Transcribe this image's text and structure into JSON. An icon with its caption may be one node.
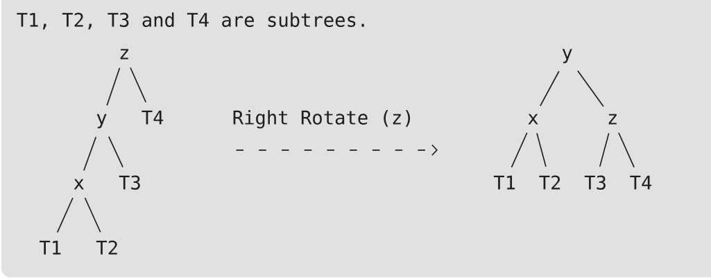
{
  "diagram": {
    "nodes": [
      {
        "text": [
          "z"
        ]
      },
      {
        "text": [
          "y"
        ]
      },
      {
        "text": [
          "T4"
        ]
      },
      {
        "text": [
          "x"
        ]
      },
      {
        "text": [
          "T3"
        ]
      },
      {
        "text": [
          "T1"
        ]
      },
      {
        "text": [
          "T2"
        ]
      },
      {
        "text": [
          "y"
        ]
      },
      {
        "text": [
          "x"
        ]
      },
      {
        "text": [
          "z"
        ]
      },
      {
        "text": [
          "T1"
        ]
      },
      {
        "text": [
          "T2"
        ]
      },
      {
        "text": [
          "T3"
        ]
      },
      {
        "text": [
          "T4"
        ]
      }
    ],
    "edges": [
      {
        "from": 0,
        "to": 1,
        "arrow": "none"
      },
      {
        "from": 0,
        "to": 2,
        "arrow": "none"
      },
      {
        "from": 1,
        "to": 3,
        "arrow": "none"
      },
      {
        "from": 1,
        "to": 4,
        "arrow": "none"
      },
      {
        "from": 3,
        "to": 5,
        "arrow": "none"
      },
      {
        "from": 3,
        "to": 6,
        "arrow": "none"
      },
      {
        "from": 7,
        "to": 8,
        "arrow": "none"
      },
      {
        "from": 7,
        "to": 9,
        "arrow": "none"
      },
      {
        "from": 8,
        "to": 10,
        "arrow": "none"
      },
      {
        "from": 8,
        "to": 11,
        "arrow": "none"
      },
      {
        "from": 9,
        "to": 12,
        "arrow": "none"
      },
      {
        "from": 9,
        "to": 13,
        "arrow": "none"
      }
    ],
    "labels": [
      "T1, T2, T3 and T4 are subtrees.",
      "Right Rotate (z)"
    ]
  }
}
